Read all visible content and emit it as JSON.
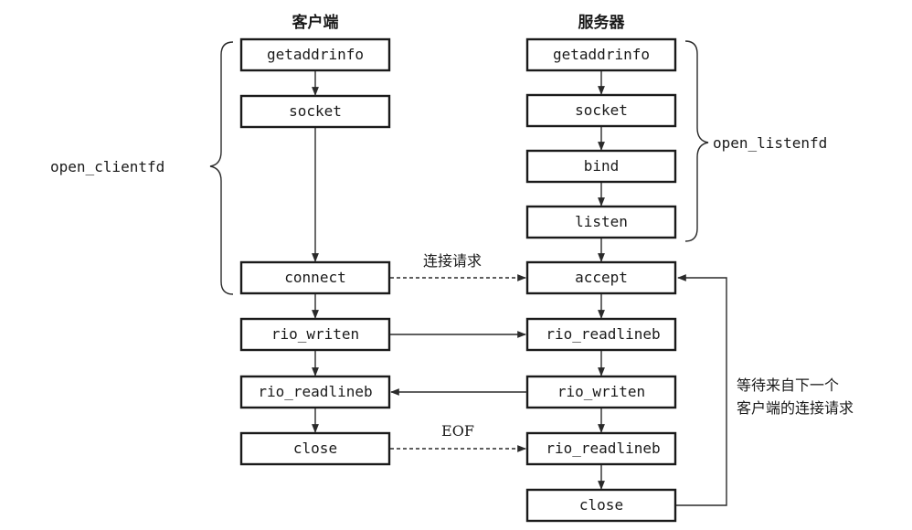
{
  "headers": {
    "client": "客户端",
    "server": "服务器"
  },
  "client": {
    "getaddrinfo": "getaddrinfo",
    "socket": "socket",
    "connect": "connect",
    "rio_writen": "rio_writen",
    "rio_readlineb": "rio_readlineb",
    "close": "close"
  },
  "server": {
    "getaddrinfo": "getaddrinfo",
    "socket": "socket",
    "bind": "bind",
    "listen": "listen",
    "accept": "accept",
    "rio_readlineb_1": "rio_readlineb",
    "rio_writen": "rio_writen",
    "rio_readlineb_2": "rio_readlineb",
    "close": "close"
  },
  "labels": {
    "open_clientfd": "open_clientfd",
    "open_listenfd": "open_listenfd",
    "connection_request": "连接请求",
    "eof": "EOF",
    "await_line1": "等待来自下一个",
    "await_line2": "客户端的连接请求"
  }
}
